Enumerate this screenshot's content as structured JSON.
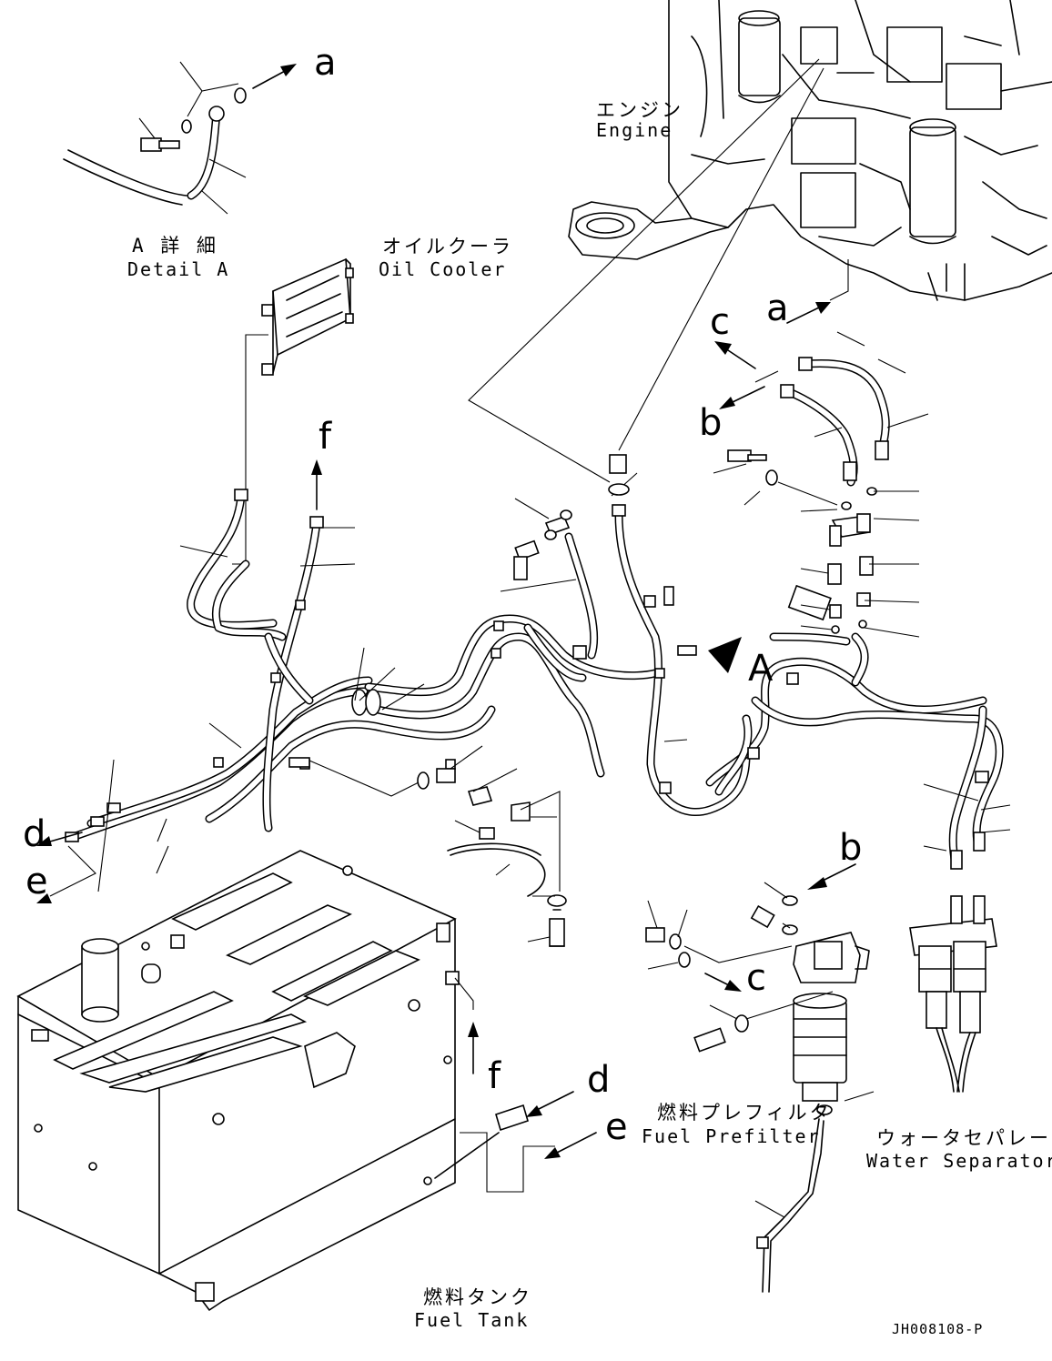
{
  "labels": {
    "detail_a_jp": "A 詳 細",
    "detail_a_en": "Detail A",
    "oil_cooler_jp": "オイルクーラ",
    "oil_cooler_en": "Oil Cooler",
    "engine_jp": "エンジン",
    "engine_en": "Engine",
    "fuel_prefilter_jp": "燃料プレフィルタ",
    "fuel_prefilter_en": "Fuel Prefilter",
    "water_separator_jp": "ウォータセパレータ",
    "water_separator_en": "Water Separator",
    "fuel_tank_jp": "燃料タンク",
    "fuel_tank_en": "Fuel Tank",
    "drawing_code": "JH008108-P"
  },
  "ref_letters": {
    "a1": "a",
    "a2": "a",
    "b1": "b",
    "b2": "b",
    "c1": "c",
    "c2": "c",
    "d1": "d",
    "d2": "d",
    "e1": "e",
    "e2": "e",
    "f1": "f",
    "f2": "f",
    "detail_marker": "A"
  }
}
